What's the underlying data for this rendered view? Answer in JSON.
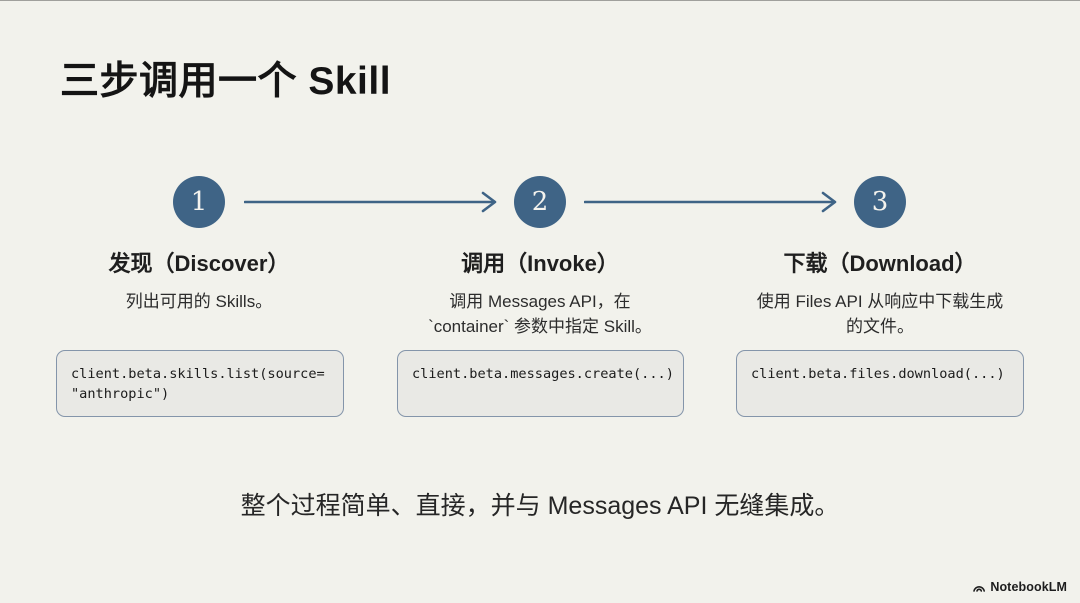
{
  "slide": {
    "title": "三步调用一个 Skill",
    "steps": [
      {
        "number": "1",
        "heading": "发现（Discover）",
        "description": "列出可用的 Skills。",
        "code": "client.beta.skills.list(source=\n\"anthropic\")"
      },
      {
        "number": "2",
        "heading": "调用（Invoke）",
        "description": "调用 Messages API，在\n`container` 参数中指定 Skill。",
        "code": "client.beta.messages.create(...)"
      },
      {
        "number": "3",
        "heading": "下载（Download）",
        "description": "使用 Files API 从响应中下载生成\n的文件。",
        "code": "client.beta.files.download(...)"
      }
    ],
    "summary": "整个过程简单、直接，并与 Messages API 无缝集成。",
    "watermark": "NotebookLM",
    "colors": {
      "accent": "#3f6486",
      "background": "#f2f2ec",
      "code_background": "#e9e9e5",
      "code_border": "#8495aa"
    }
  }
}
